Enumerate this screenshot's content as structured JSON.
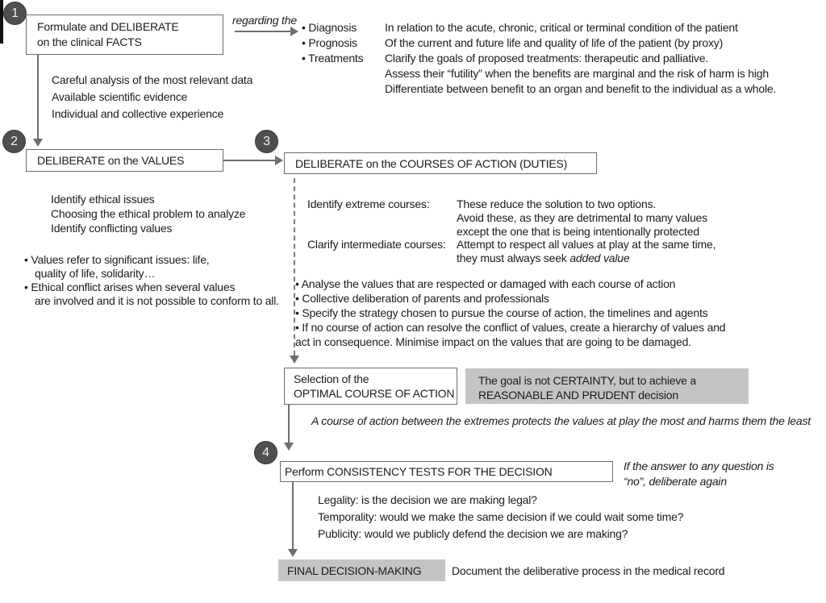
{
  "colors": {
    "circle": "#4f4f4f",
    "gray": "#c4c4c4",
    "arrow": "#6e6e6e",
    "border": "#6d6d6d",
    "ink": "#1b1b1b"
  },
  "step1": {
    "number": "1",
    "box_line1": "Formulate and DELIBERATE",
    "box_line2": "on the clinical FACTS",
    "arrow_label": "regarding the",
    "bullets": [
      "• Diagnosis",
      "• Prognosis",
      "• Treatments"
    ],
    "details": [
      "In relation to the acute, chronic, critical or terminal condition of the patient",
      "Of the current and future life and quality of life of the patient (by proxy)",
      "Clarify the goals of proposed treatments: therapeutic and palliative.",
      "Assess their “futility” when the benefits are marginal and the risk of harm is high",
      "Differentiate between benefit to an organ and benefit to the individual as a whole."
    ],
    "notes": [
      "Careful analysis of the most relevant data",
      "Available scientific evidence",
      "Individual and collective experience"
    ]
  },
  "step2": {
    "number": "2",
    "box": "DELIBERATE on the VALUES",
    "notes": [
      "Identify ethical issues",
      "Choosing the ethical problem to analyze",
      "Identify conflicting values"
    ],
    "bullets": [
      "• Values refer to significant issues: life,",
      "quality of life, solidarity…",
      "• Ethical conflict arises when several values",
      "are involved and it is not possible to conform to all."
    ]
  },
  "step3": {
    "number": "3",
    "box": "DELIBERATE on the COURSES OF ACTION (DUTIES)",
    "label1": "Identify extreme courses:",
    "label2": "Clarify intermediate courses:",
    "right_lines": [
      "These reduce the solution to two options.",
      "Avoid these, as they are detrimental to many values",
      "except the one that is being intentionally protected",
      "Attempt to respect all values at play at the same time,",
      "they must always seek "
    ],
    "right_italic": "added value",
    "bullets": [
      "• Analyse the values that are respected or damaged with each course of action",
      "• Collective deliberation of parents and professionals",
      "• Specify the strategy chosen to pursue the course of action, the timelines and agents",
      "• If no course of action can resolve the conflict of values, create a hierarchy of values and",
      "act in consequence. Minimise impact on the values that are going to be damaged."
    ]
  },
  "selection": {
    "box_line1": "Selection of the",
    "box_line2": "OPTIMAL COURSE OF ACTION",
    "goal_line1": "The goal is not CERTAINTY, but to achieve a",
    "goal_line2": "REASONABLE AND PRUDENT decision",
    "caption": "A course of action between the extremes protects the values at play the most and harms them the least"
  },
  "step4": {
    "number": "4",
    "box": "Perform CONSISTENCY TESTS FOR THE DECISION",
    "aside_line1": "If the answer to any question is",
    "aside_line2": "“no”, deliberate again",
    "tests": [
      "Legality: is the decision we are making legal?",
      "Temporality: would we make the same decision if we could wait some time?",
      "Publicity: would we publicly defend the decision we are making?"
    ]
  },
  "final": {
    "box": "FINAL DECISION-MAKING",
    "note": "Document the deliberative process in the medical record"
  }
}
